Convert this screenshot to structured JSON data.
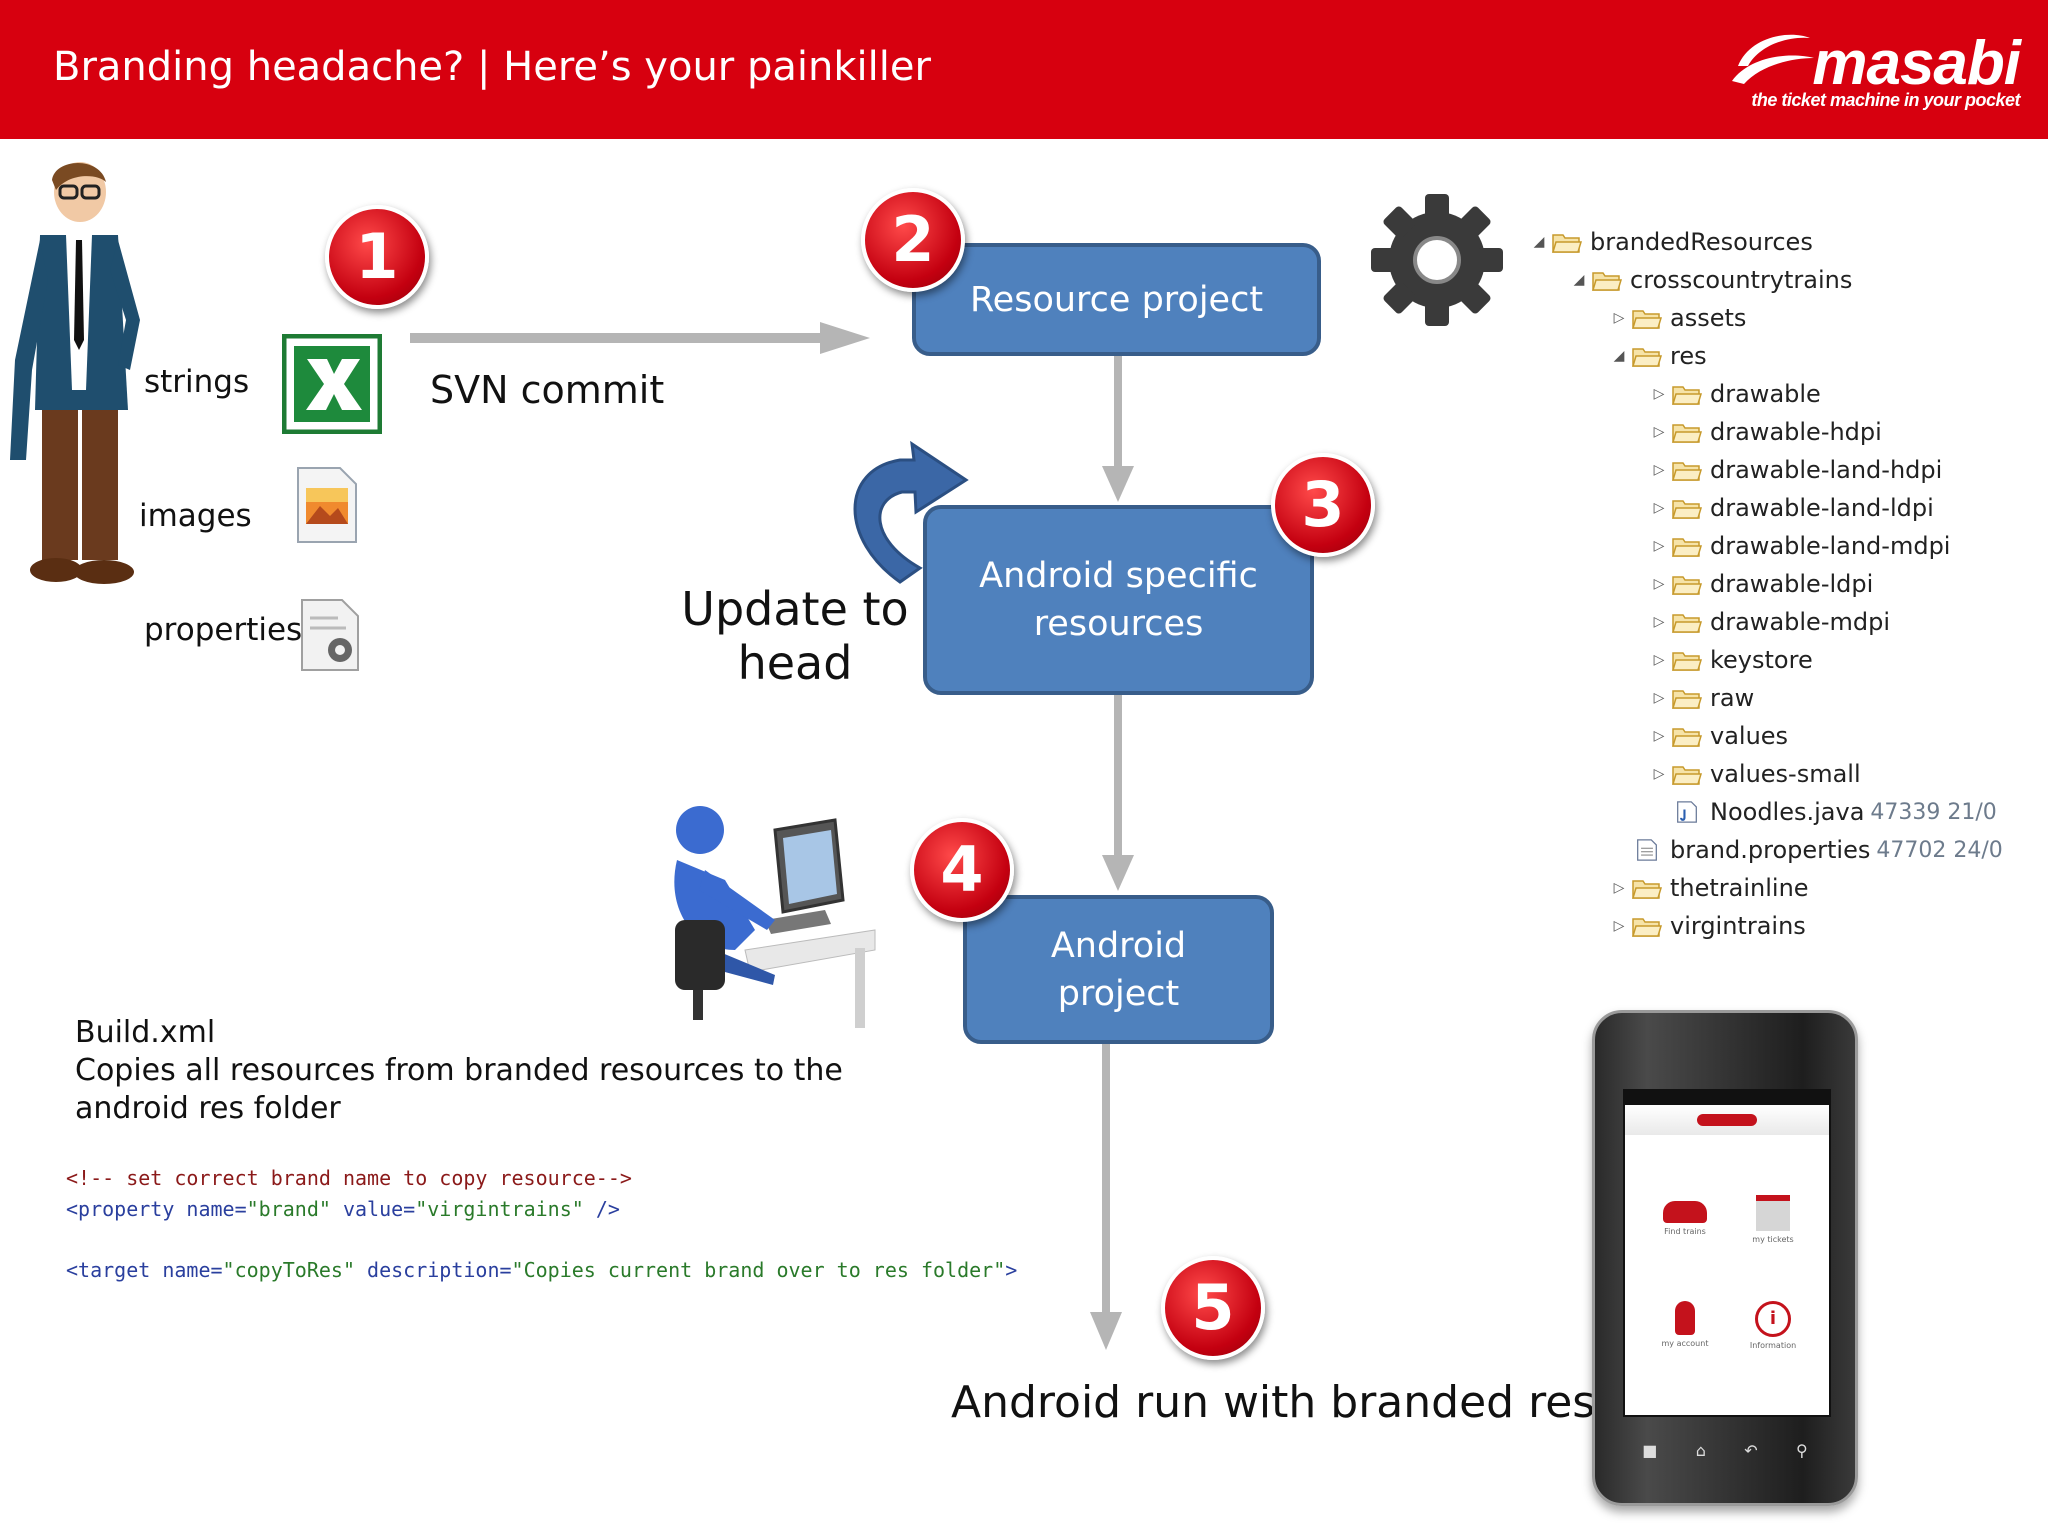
{
  "header": {
    "title": "Branding headache? | Here’s your painkiller",
    "logo_text": "masabi",
    "logo_tagline": "the ticket machine in your pocket",
    "bg_color": "#d7000f"
  },
  "inputs": {
    "strings": "strings",
    "images": "images",
    "properties": "properties"
  },
  "steps": {
    "s1": "1",
    "s2": "2",
    "s3": "3",
    "s4": "4",
    "s5": "5"
  },
  "flow": {
    "svn_commit": "SVN commit",
    "resource_project": "Resource project",
    "android_specific_line1": "Android specific",
    "android_specific_line2": "resources",
    "update_line1": "Update to",
    "update_line2": "head",
    "android_project_line1": "Android",
    "android_project_line2": "project",
    "run_label": "Android run with branded res",
    "box_color": "#4f81bd"
  },
  "build": {
    "title": "Build.xml",
    "line1": "Copies all resources from branded resources to the",
    "line2": "android res folder"
  },
  "code": {
    "line1": "<!-- set correct brand name to copy resource-->",
    "line2_open": "<property name=",
    "line2_v1": "\"brand\"",
    "line2_mid": " value=",
    "line2_v2": "\"virgintrains\"",
    "line2_close": " />",
    "line3_open": "<target name=",
    "line3_v1": "\"copyToRes\"",
    "line3_mid": " description=",
    "line3_v2": "\"Copies current brand over to res folder\"",
    "line3_close": ">"
  },
  "tree": [
    {
      "label": "brandedResources",
      "expanded": true,
      "icon": "folder"
    },
    {
      "label": "crosscountrytrains",
      "expanded": true,
      "icon": "folder"
    },
    {
      "label": "assets",
      "expanded": false,
      "icon": "folder"
    },
    {
      "label": "res",
      "expanded": true,
      "icon": "folder"
    },
    {
      "label": "drawable",
      "expanded": false,
      "icon": "folder"
    },
    {
      "label": "drawable-hdpi",
      "expanded": false,
      "icon": "folder"
    },
    {
      "label": "drawable-land-hdpi",
      "expanded": false,
      "icon": "folder"
    },
    {
      "label": "drawable-land-ldpi",
      "expanded": false,
      "icon": "folder"
    },
    {
      "label": "drawable-land-mdpi",
      "expanded": false,
      "icon": "folder"
    },
    {
      "label": "drawable-ldpi",
      "expanded": false,
      "icon": "folder"
    },
    {
      "label": "drawable-mdpi",
      "expanded": false,
      "icon": "folder"
    },
    {
      "label": "keystore",
      "expanded": false,
      "icon": "folder"
    },
    {
      "label": "raw",
      "expanded": false,
      "icon": "folder"
    },
    {
      "label": "values",
      "expanded": false,
      "icon": "folder"
    },
    {
      "label": "values-small",
      "expanded": false,
      "icon": "folder"
    },
    {
      "label": "Noodles.java",
      "meta": "47339  21/0",
      "icon": "java-file"
    },
    {
      "label": "brand.properties",
      "meta": "47702  24/0",
      "icon": "text-file"
    },
    {
      "label": "thetrainline",
      "expanded": false,
      "icon": "folder"
    },
    {
      "label": "virgintrains",
      "expanded": false,
      "icon": "folder"
    }
  ],
  "phone": {
    "btn1": "Find trains",
    "btn2": "my tickets",
    "btn3": "my account",
    "btn4": "Information"
  }
}
